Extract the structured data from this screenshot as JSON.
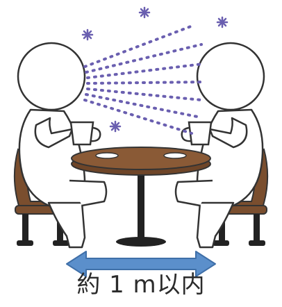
{
  "caption": "約 1 m以内",
  "colors": {
    "droplets": "#6a5fb0",
    "arrow": "#5b8fcb",
    "arrow_stroke": "#3f6fa8",
    "table_top": "#8a5a36",
    "table_leg": "#222222",
    "chair_seat": "#7a4e2e",
    "outline": "#333333",
    "figure_fill": "#ffffff"
  },
  "icons": {
    "particles": "sparkle-asterisk",
    "arrow": "double-headed-arrow"
  }
}
